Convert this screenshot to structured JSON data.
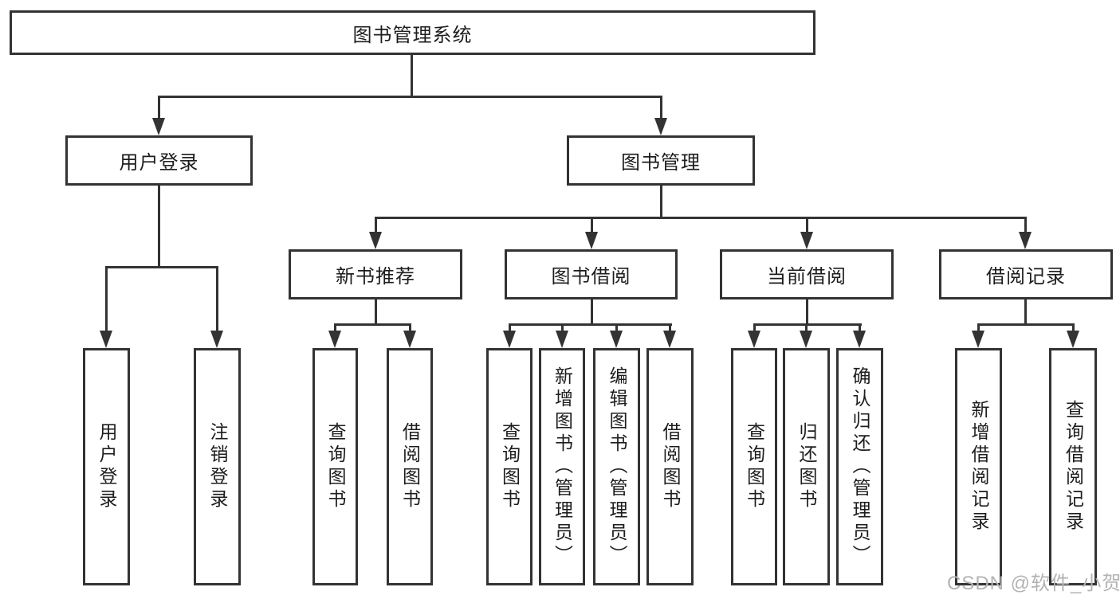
{
  "colors": {
    "line": "#333333",
    "text": "#1d1d1d",
    "background": "#ffffff",
    "watermark": "#b3b3b3"
  },
  "diagram": {
    "root": {
      "label": "图书管理系统"
    },
    "user_branch": {
      "label": "用户登录",
      "children": [
        {
          "label": "用户登录"
        },
        {
          "label": "注销登录"
        }
      ]
    },
    "mgmt_branch": {
      "label": "图书管理",
      "sections": [
        {
          "label": "新书推荐",
          "children": [
            {
              "label": "查询图书"
            },
            {
              "label": "借阅图书"
            }
          ]
        },
        {
          "label": "图书借阅",
          "children": [
            {
              "label": "查询图书"
            },
            {
              "label": "新增图书（管理员）"
            },
            {
              "label": "编辑图书（管理员）"
            },
            {
              "label": "借阅图书"
            }
          ]
        },
        {
          "label": "当前借阅",
          "children": [
            {
              "label": "查询图书"
            },
            {
              "label": "归还图书"
            },
            {
              "label": "确认归还（管理员）"
            }
          ]
        },
        {
          "label": "借阅记录",
          "children": [
            {
              "label": "新增借阅记录"
            },
            {
              "label": "查询借阅记录"
            }
          ]
        }
      ]
    }
  },
  "watermark": {
    "text": "CSDN @软件_小贺同学"
  }
}
